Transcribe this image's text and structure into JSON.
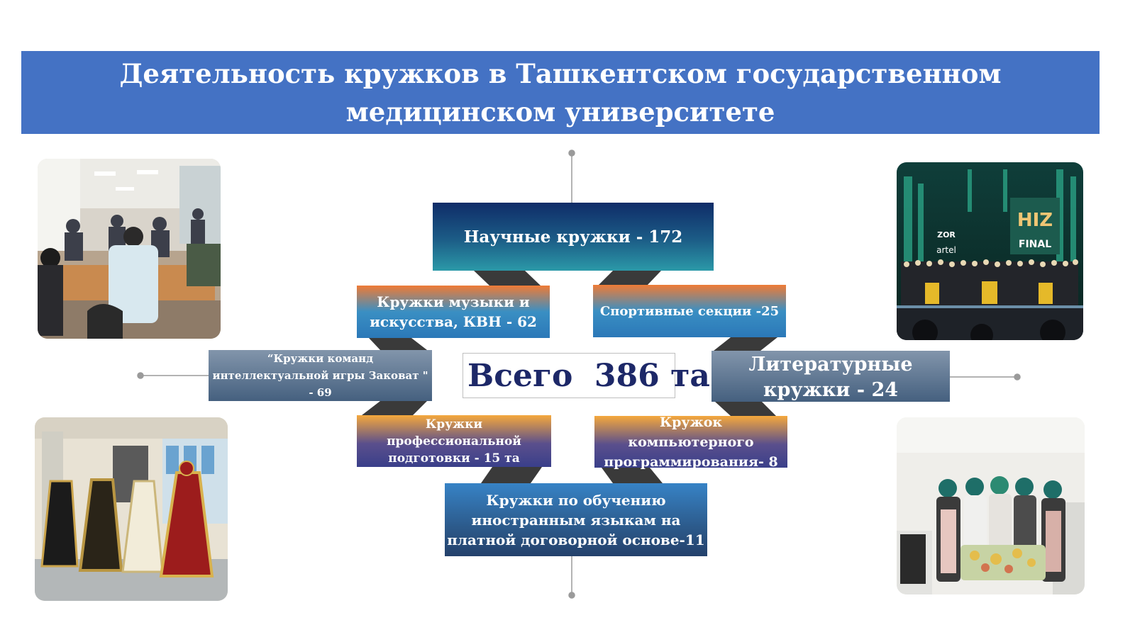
{
  "title": "Деятельность кружков в Ташкентском государственном медицинском университете",
  "center": "Всего  386 та",
  "boxes": {
    "science": "Научные кружки - 172",
    "music": "Кружки музыки и искусства, КВН - 62",
    "sport": "Спортивные секции -25",
    "zakovat": "“Кружки команд интеллектуальной игры Заковат \" - 69",
    "literature": "Литературные кружки - 24",
    "professional": "Кружки профессиональной подготовки - 15 та",
    "computer": "Кружок компьютерного программирования- 8",
    "languages": "Кружки по обучению иностранным языкам на платной договорной основе-11"
  },
  "photo_text": {
    "banner_top": "HIZ",
    "banner_final": "FINAL",
    "logo_zor": "ZOR",
    "logo_artel": "artel"
  },
  "colors": {
    "title_bg": "#4472c4",
    "connector": "#3a3a3a",
    "total_text": "#1d2868"
  }
}
